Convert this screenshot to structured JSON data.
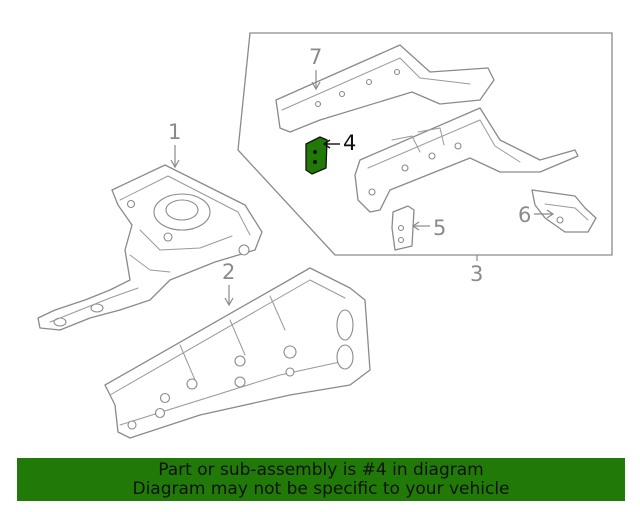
{
  "callouts": {
    "c1": "1",
    "c2": "2",
    "c3": "3",
    "c4": "4",
    "c5": "5",
    "c6": "6",
    "c7": "7"
  },
  "highlight": {
    "part": "4",
    "color": "#217a07"
  },
  "banner": {
    "line1": "Part or sub-assembly is #4 in diagram",
    "line2": "Diagram may not be specific to your vehicle",
    "background": "#217a07"
  }
}
